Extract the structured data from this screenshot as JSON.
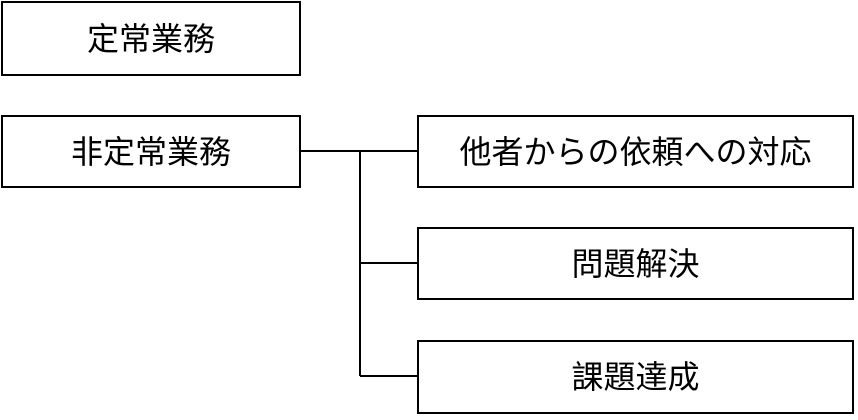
{
  "diagram": {
    "routine_label": "定常業務",
    "nonroutine_label": "非定常業務",
    "children": [
      {
        "label": "他者からの依頼への対応"
      },
      {
        "label": "問題解決"
      },
      {
        "label": "課題達成"
      }
    ]
  }
}
